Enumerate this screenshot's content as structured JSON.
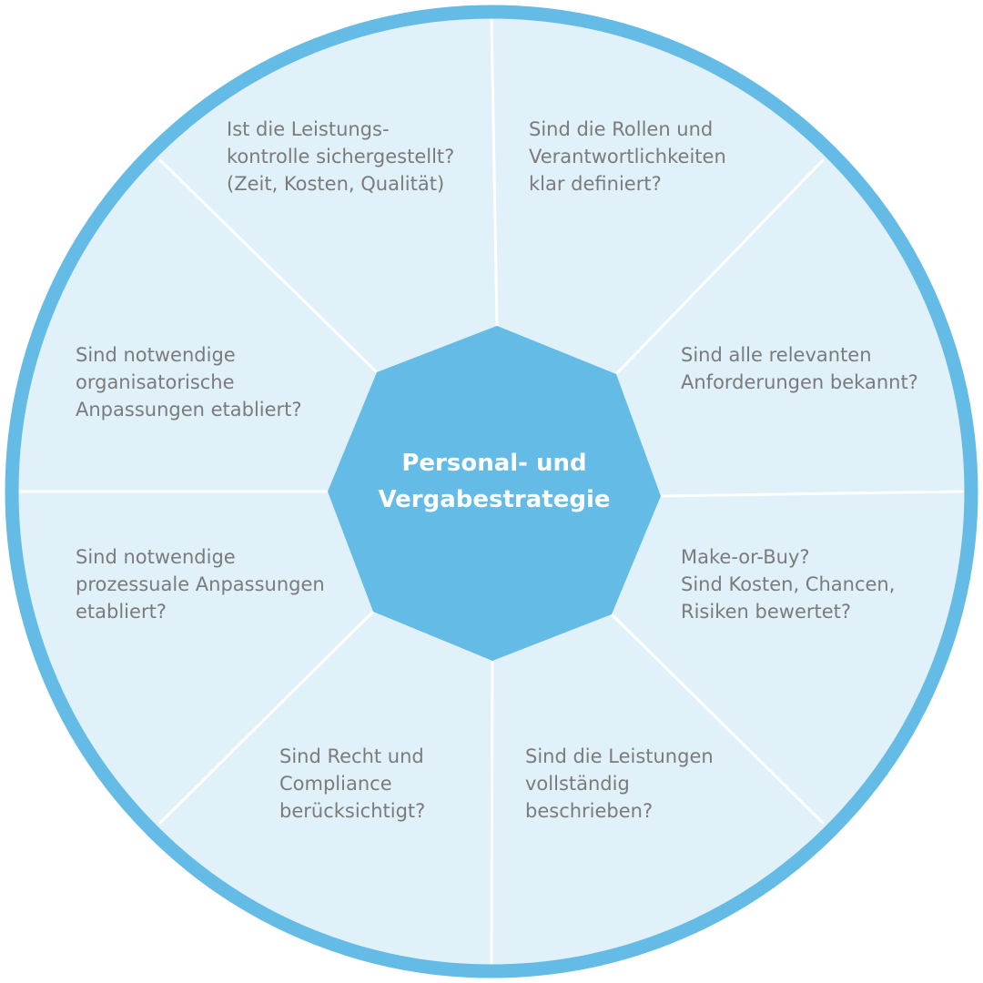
{
  "colors": {
    "ring": "#63bbe6",
    "segment_fill": "#e0f1fa",
    "divider": "#ffffff",
    "center_fill": "#63bbe6",
    "text": "#7b7b7b",
    "center_text": "#ffffff"
  },
  "center": {
    "title_lines": [
      "Personal- und",
      "Vergabestrategie"
    ]
  },
  "segments": [
    {
      "id": "leistungskontrolle",
      "lines": [
        "Ist die Leistungs-",
        "kontrolle sichergestellt?",
        "(Zeit, Kosten, Qualität)"
      ]
    },
    {
      "id": "rollen",
      "lines": [
        "Sind die Rollen und",
        "Verantwortlichkeiten",
        "klar definiert?"
      ]
    },
    {
      "id": "anforderungen",
      "lines": [
        "Sind alle relevanten",
        "Anforderungen bekannt?"
      ]
    },
    {
      "id": "make-or-buy",
      "lines": [
        "Make-or-Buy?",
        "Sind Kosten, Chancen,",
        "Risiken bewertet?"
      ]
    },
    {
      "id": "leistungen",
      "lines": [
        "Sind die Leistungen",
        "vollständig",
        "beschrieben?"
      ]
    },
    {
      "id": "recht-compliance",
      "lines": [
        "Sind Recht und",
        "Compliance",
        "berücksichtigt?"
      ]
    },
    {
      "id": "prozessuale-anpassungen",
      "lines": [
        "Sind notwendige",
        "prozessuale Anpassungen",
        "etabliert?"
      ]
    },
    {
      "id": "organisatorische-anpassungen",
      "lines": [
        "Sind notwendige",
        "organisatorische",
        "Anpassungen etabliert?"
      ]
    }
  ]
}
